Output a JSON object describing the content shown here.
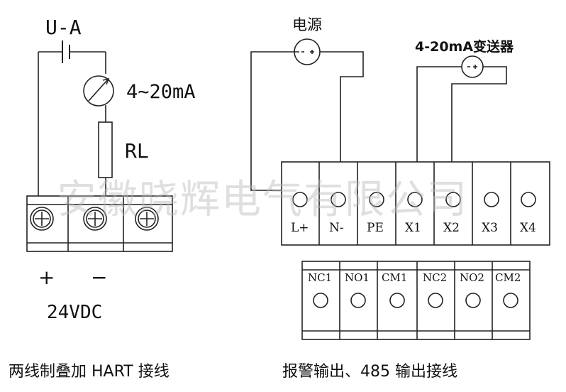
{
  "left_diagram": {
    "meter_label": "U-A",
    "range_label": "4~20mA",
    "load_label": "RL",
    "plus_label": "+",
    "minus_label": "−",
    "supply_label": "24VDC",
    "caption": "两线制叠加 HART 接线"
  },
  "right_diagram": {
    "power_label": "电源",
    "transmitter_label": "4-20mA变送器",
    "top_terminals": [
      "L+",
      "N-",
      "PE",
      "X1",
      "X2",
      "X3",
      "X4"
    ],
    "bottom_terminals": [
      "NC1",
      "NO1",
      "CM1",
      "NC2",
      "NO2",
      "CM2"
    ],
    "caption": "报警输出、485 输出接线"
  },
  "watermark": "安徽晓辉电气有限公司"
}
